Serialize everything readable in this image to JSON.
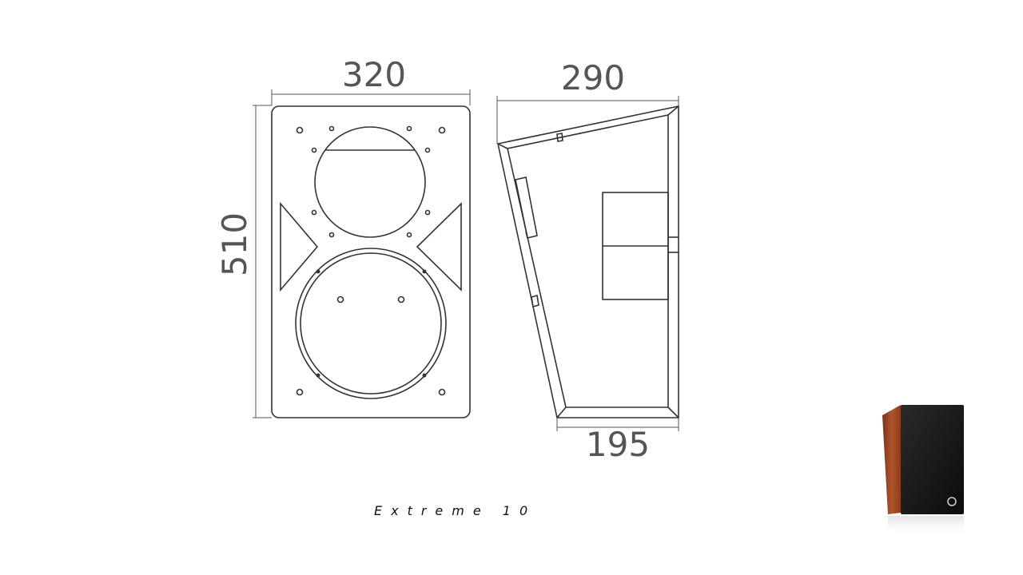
{
  "dimensions": {
    "front_width": "320",
    "height": "510",
    "side_top_depth": "290",
    "side_bottom_depth": "195"
  },
  "caption": "Extreme 10",
  "colors": {
    "line": "#333333",
    "dimension_text": "#555555",
    "cabinet_wood": "#a04a28",
    "grille": "#151515"
  },
  "icons": {
    "thumbnail": "speaker-photo-icon"
  }
}
